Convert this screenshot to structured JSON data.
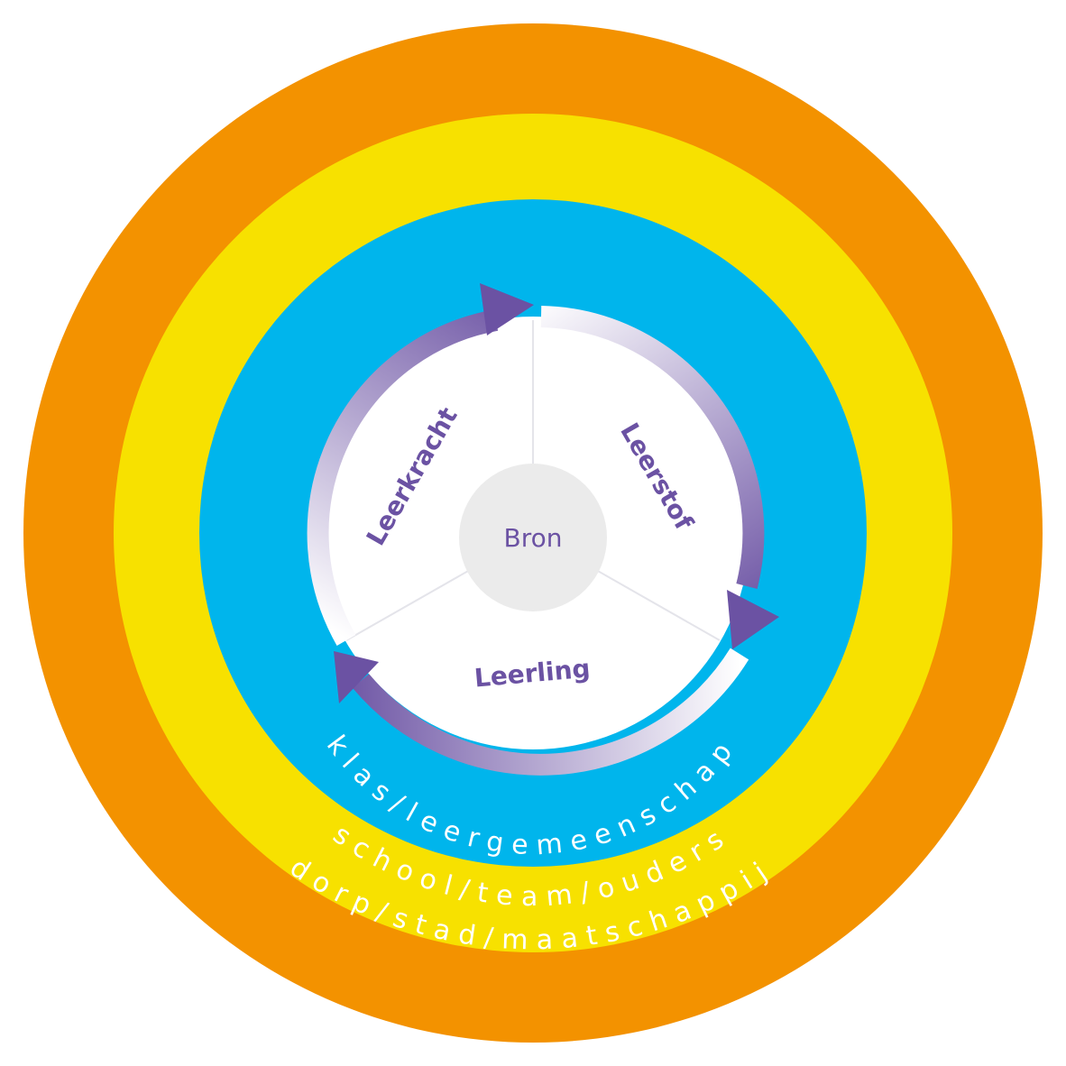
{
  "rings": {
    "outer": {
      "label": "dorp/stad/maatschappij",
      "color": "#f39200"
    },
    "middle": {
      "label": "school/team/ouders",
      "color": "#f7e100"
    },
    "inner": {
      "label": "klas/leergemeenschap",
      "color": "#00b5ec"
    }
  },
  "core": {
    "color": "#ffffff",
    "divider_color": "#e4e4ea",
    "arrow_color": "#6b52a3",
    "sectors": {
      "top_left": "Leerkracht",
      "top_right": "Leerstof",
      "bottom": "Leerling"
    },
    "center": {
      "label": "Bron",
      "color": "#ebebeb"
    }
  }
}
